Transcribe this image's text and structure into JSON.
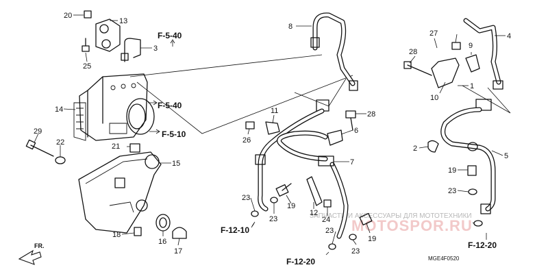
{
  "callouts": [
    "20",
    "13",
    "3",
    "25",
    "14",
    "29",
    "22",
    "21",
    "15",
    "18",
    "16",
    "17",
    "8",
    "11",
    "26",
    "28",
    "6",
    "7",
    "23",
    "19",
    "12",
    "24",
    "4",
    "27",
    "9",
    "28",
    "10",
    "1",
    "2",
    "5",
    "19",
    "23",
    "23",
    "23",
    "19",
    "23"
  ],
  "references": [
    "F-5-40",
    "F-5-40",
    "F-5-10",
    "F-12-10",
    "F-12-20",
    "F-12-20"
  ],
  "direction_label": "FR.",
  "drawing_code": "MGE4F0520",
  "watermark": {
    "caption": "ЗАПЧАСТИ И АКСЕССУАРЫ ДЛЯ МОТОТЕХНИКИ",
    "logo": "MOTOSPOR.RU"
  }
}
